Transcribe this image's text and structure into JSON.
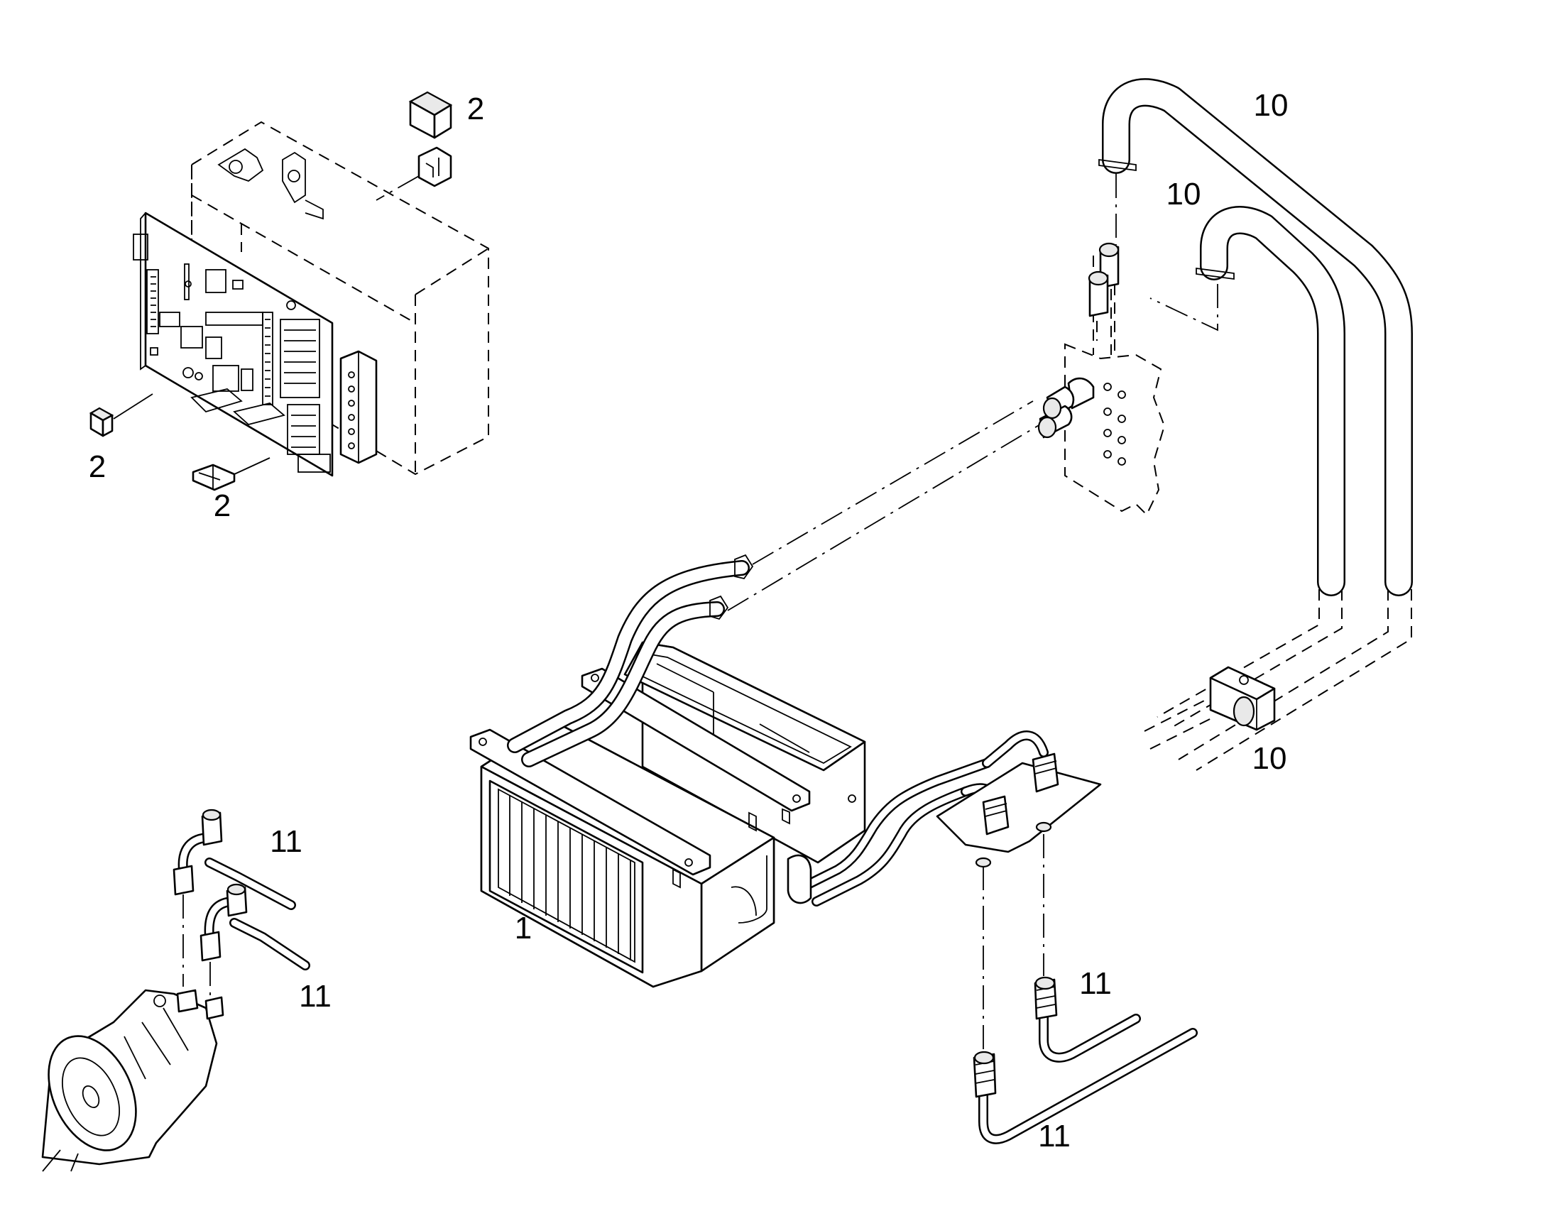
{
  "callouts": {
    "c_1": "1",
    "c_2a": "2",
    "c_2b": "2",
    "c_2c": "2",
    "c_10a": "10",
    "c_10b": "10",
    "c_10c": "10",
    "c_11a": "11",
    "c_11b": "11",
    "c_11c": "11",
    "c_11d": "11"
  }
}
